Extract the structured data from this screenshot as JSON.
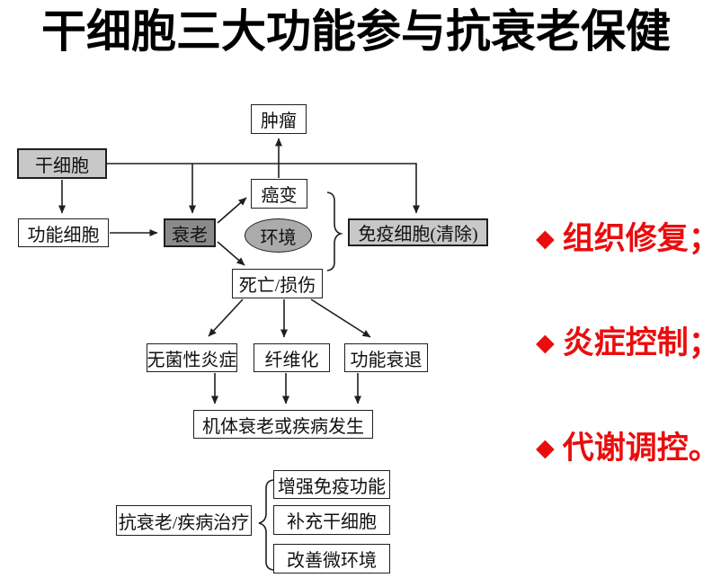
{
  "title": "干细胞三大功能参与抗衰老保健",
  "diagram": {
    "nodes": {
      "tumor": {
        "label": "肿瘤",
        "fill": "white"
      },
      "stem_cell": {
        "label": "干细胞",
        "fill": "light-gray"
      },
      "functional_cell": {
        "label": "功能细胞",
        "fill": "white"
      },
      "senescence": {
        "label": "衰老",
        "fill": "dark-gray"
      },
      "canceration": {
        "label": "癌变",
        "fill": "white"
      },
      "environment": {
        "label": "环境",
        "fill": "medium-gray",
        "shape": "ellipse"
      },
      "immune_cells": {
        "label": "免疫细胞(清除)",
        "fill": "light-gray"
      },
      "death_injury": {
        "label": "死亡/损伤",
        "fill": "white"
      },
      "aseptic_inflammation": {
        "label": "无菌性炎症",
        "fill": "white"
      },
      "fibrosis": {
        "label": "纤维化",
        "fill": "white"
      },
      "functional_decline": {
        "label": "功能衰退",
        "fill": "white"
      },
      "body_aging_disease": {
        "label": "机体衰老或疾病发生",
        "fill": "white"
      },
      "anti_aging_treatment": {
        "label": "抗衰老/疾病治疗",
        "fill": "white"
      },
      "enhance_immunity": {
        "label": "增强免疫功能",
        "fill": "white"
      },
      "replenish_stem_cells": {
        "label": "补充干细胞",
        "fill": "white"
      },
      "improve_microenvironment": {
        "label": "改善微环境",
        "fill": "white"
      }
    },
    "edges": [
      {
        "from": "stem_cell",
        "to": "functional_cell",
        "type": "arrow"
      },
      {
        "from": "stem_cell",
        "to": "senescence",
        "type": "arrow"
      },
      {
        "from": "stem_cell",
        "to": "immune_cells",
        "type": "arrow"
      },
      {
        "from": "functional_cell",
        "to": "senescence",
        "type": "arrow"
      },
      {
        "from": "senescence",
        "to": "canceration",
        "type": "arrow"
      },
      {
        "from": "senescence",
        "to": "death_injury",
        "type": "arrow"
      },
      {
        "from": "canceration",
        "to": "tumor",
        "type": "arrow"
      },
      {
        "from": "death_injury",
        "to": "aseptic_inflammation",
        "type": "arrow"
      },
      {
        "from": "death_injury",
        "to": "fibrosis",
        "type": "arrow"
      },
      {
        "from": "death_injury",
        "to": "functional_decline",
        "type": "arrow"
      },
      {
        "from": "aseptic_inflammation",
        "to": "body_aging_disease",
        "type": "arrow"
      },
      {
        "from": "fibrosis",
        "to": "body_aging_disease",
        "type": "arrow"
      },
      {
        "from": "functional_decline",
        "to": "body_aging_disease",
        "type": "arrow"
      },
      {
        "from": "canceration+environment+death_injury",
        "to": "immune_cells",
        "type": "brace"
      },
      {
        "from": "anti_aging_treatment",
        "to": "enhance_immunity+replenish_stem_cells+improve_microenvironment",
        "type": "brace"
      }
    ]
  },
  "bullets": {
    "icon_glyph": "◆",
    "items": [
      {
        "label": "组织修复；"
      },
      {
        "label": "炎症控制；"
      },
      {
        "label": "代谢调控。"
      }
    ]
  },
  "colors": {
    "title_text": "#000000",
    "node_fill_light": "#c8c8c8",
    "node_fill_medium": "#ababab",
    "node_fill_dark": "#8a8a8a",
    "node_border": "#1f1f1f",
    "bullet_red": "#ea0d0d",
    "background": "#ffffff"
  }
}
